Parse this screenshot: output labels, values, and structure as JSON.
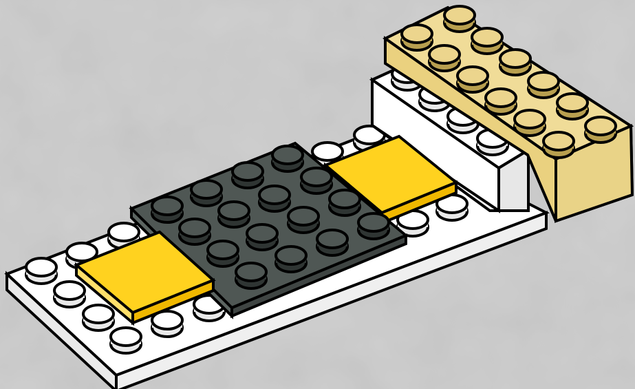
{
  "scene": {
    "background_color": "#cfcfcf",
    "colors": {
      "white_brick": "#ffffff",
      "white_brick_side": "#e9e9e9",
      "dark_gray_plate": "#4f5754",
      "dark_gray_side": "#3f4543",
      "yellow_tile": "#ffd21f",
      "yellow_tile_side": "#f0b800",
      "tan_brick": "#ecd58d",
      "tan_brick_side": "#d9bd63"
    },
    "parts": [
      {
        "name": "white-base-plate",
        "icon": "white-plate-icon"
      },
      {
        "name": "white-brick-stack",
        "icon": "white-brick-icon"
      },
      {
        "name": "tan-brick-2x6",
        "icon": "tan-brick-icon"
      },
      {
        "name": "dark-gray-plate-4x4",
        "icon": "dark-gray-plate-icon"
      },
      {
        "name": "yellow-tile-left",
        "icon": "yellow-tile-icon"
      },
      {
        "name": "yellow-tile-right",
        "icon": "yellow-tile-icon"
      }
    ]
  }
}
